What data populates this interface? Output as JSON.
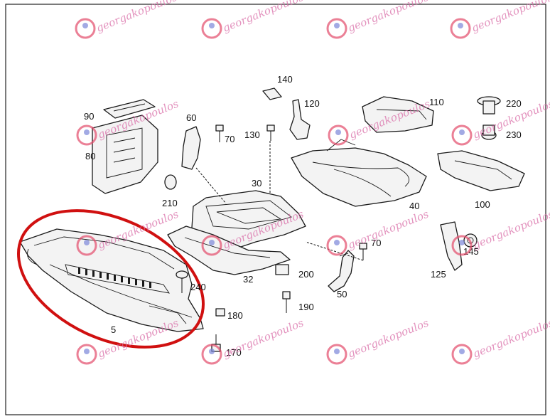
{
  "diagram": {
    "callouts": [
      {
        "id": "c5",
        "text": "5"
      },
      {
        "id": "c30",
        "text": "30"
      },
      {
        "id": "c32",
        "text": "32"
      },
      {
        "id": "c40",
        "text": "40"
      },
      {
        "id": "c50",
        "text": "50"
      },
      {
        "id": "c60",
        "text": "60"
      },
      {
        "id": "c70a",
        "text": "70"
      },
      {
        "id": "c70b",
        "text": "70"
      },
      {
        "id": "c80",
        "text": "80"
      },
      {
        "id": "c90",
        "text": "90"
      },
      {
        "id": "c100",
        "text": "100"
      },
      {
        "id": "c110",
        "text": "110"
      },
      {
        "id": "c120",
        "text": "120"
      },
      {
        "id": "c125",
        "text": "125"
      },
      {
        "id": "c130",
        "text": "130"
      },
      {
        "id": "c140",
        "text": "140"
      },
      {
        "id": "c145",
        "text": "145"
      },
      {
        "id": "c170",
        "text": "170"
      },
      {
        "id": "c180",
        "text": "180"
      },
      {
        "id": "c190",
        "text": "190"
      },
      {
        "id": "c200",
        "text": "200"
      },
      {
        "id": "c210",
        "text": "210"
      },
      {
        "id": "c220",
        "text": "220"
      },
      {
        "id": "c230",
        "text": "230"
      },
      {
        "id": "c240",
        "text": "240"
      }
    ],
    "highlight_color": "#d01010"
  },
  "watermark": {
    "text": "georgakopoulos"
  }
}
